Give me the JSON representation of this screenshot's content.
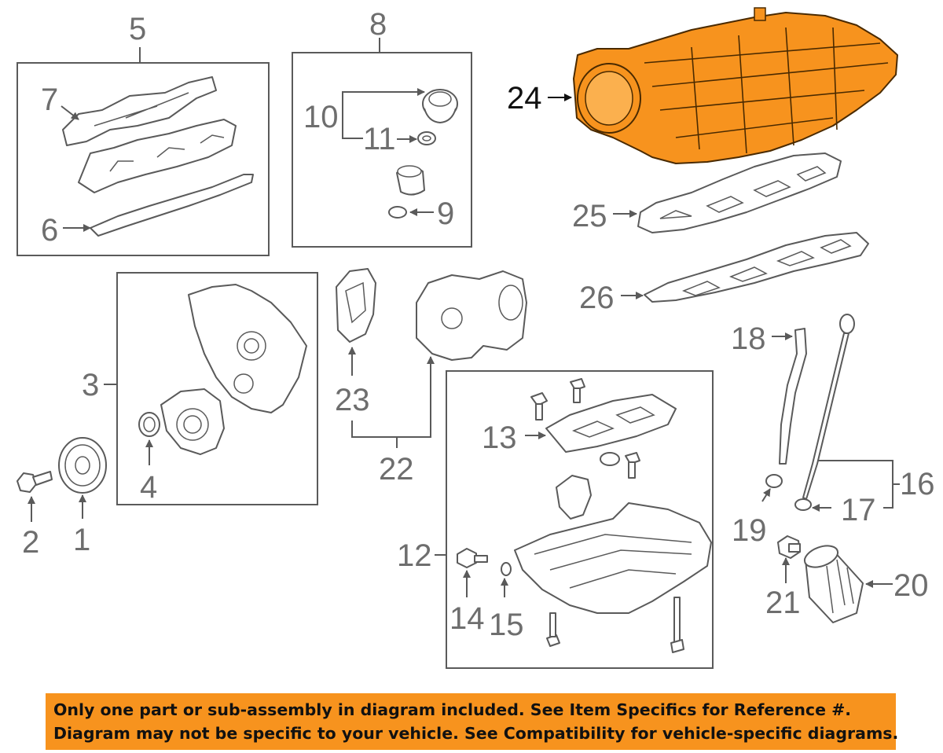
{
  "diagram": {
    "labels": {
      "l1": "1",
      "l2": "2",
      "l3": "3",
      "l4": "4",
      "l5": "5",
      "l6": "6",
      "l7": "7",
      "l8": "8",
      "l9": "9",
      "l10": "10",
      "l11": "11",
      "l12": "12",
      "l13": "13",
      "l14": "14",
      "l15": "15",
      "l16": "16",
      "l17": "17",
      "l18": "18",
      "l19": "19",
      "l20": "20",
      "l21": "21",
      "l22": "22",
      "l23": "23",
      "l24": "24",
      "l25": "25",
      "l26": "26"
    },
    "highlight_color": "#f7931e"
  },
  "notice": {
    "line1": "Only one part or sub-assembly in diagram included. See Item Specifics for Reference #.",
    "line2": "Diagram may not be specific to your vehicle. See Compatibility for vehicle-specific diagrams."
  }
}
